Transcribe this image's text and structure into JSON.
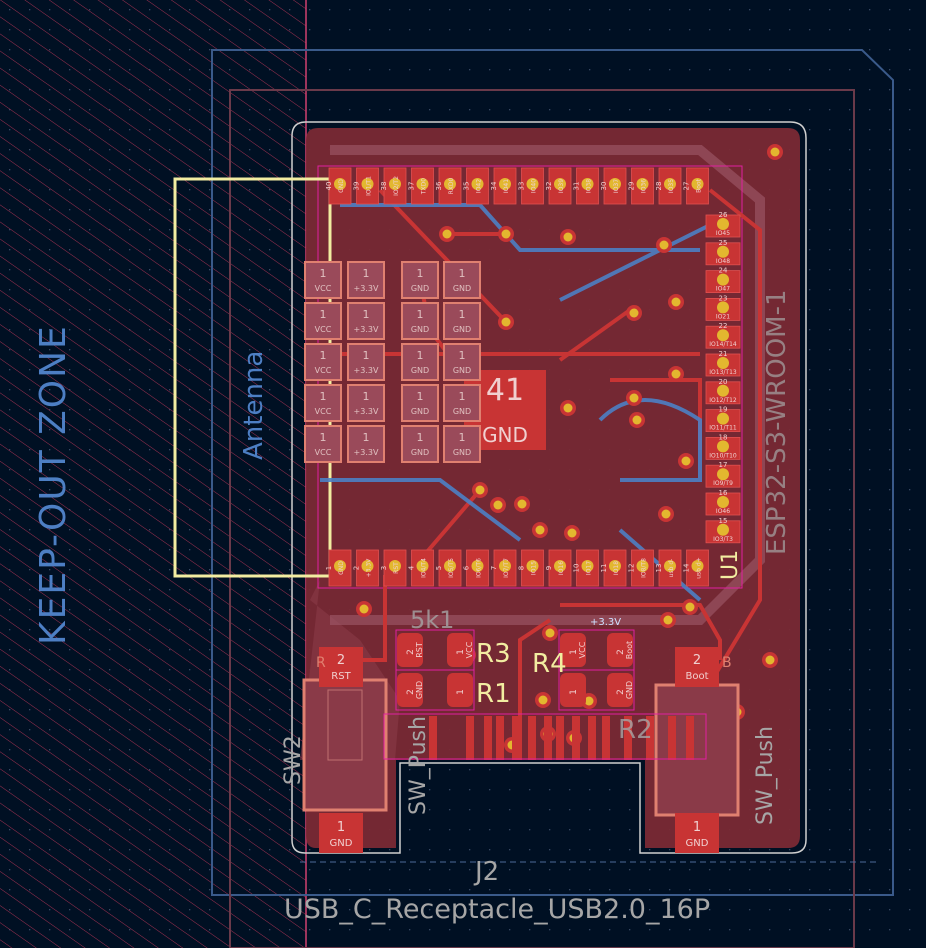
{
  "colors": {
    "background": "#001023",
    "copper_front": "#c83434",
    "copper_fill": "#7a2a35",
    "keepout": "#c04060",
    "silkscreen": "#f2eda1",
    "fab": "#a6a6a6",
    "back_copper": "#4d7fc4",
    "via": "#e3b72f"
  },
  "keepout_label": "KEEP-OUT ZONE",
  "antenna_label": "Antenna",
  "u1": {
    "ref": "U1",
    "value": "ESP32-S3-WROOM-1",
    "center_pad": {
      "number": "41",
      "net": "GND"
    }
  },
  "top_pads": [
    {
      "n": "40",
      "net": "GND"
    },
    {
      "n": "39",
      "net": "IO1/T1"
    },
    {
      "n": "38",
      "net": "IO2/T2"
    },
    {
      "n": "37",
      "net": "TXD0"
    },
    {
      "n": "36",
      "net": "RXD0"
    },
    {
      "n": "35",
      "net": "IO42"
    },
    {
      "n": "34",
      "net": "IO41"
    },
    {
      "n": "33",
      "net": "IO40"
    },
    {
      "n": "32",
      "net": "IO39"
    },
    {
      "n": "31",
      "net": "IO38"
    },
    {
      "n": "30",
      "net": "IO37"
    },
    {
      "n": "29",
      "net": "IO36"
    },
    {
      "n": "28",
      "net": "IO35"
    },
    {
      "n": "27",
      "net": "Boot"
    }
  ],
  "right_pads": [
    {
      "n": "26",
      "net": "IO45"
    },
    {
      "n": "25",
      "net": "IO48"
    },
    {
      "n": "24",
      "net": "IO47"
    },
    {
      "n": "23",
      "net": "IO21"
    },
    {
      "n": "22",
      "net": "IO14/T14"
    },
    {
      "n": "21",
      "net": "IO13/T13"
    },
    {
      "n": "20",
      "net": "IO12/T12"
    },
    {
      "n": "19",
      "net": "IO11/T11"
    },
    {
      "n": "18",
      "net": "IO10/T10"
    },
    {
      "n": "17",
      "net": "IO9/T9"
    },
    {
      "n": "16",
      "net": "IO46"
    },
    {
      "n": "15",
      "net": "IO3/T3"
    }
  ],
  "bottom_pads": [
    {
      "n": "1",
      "net": "GND"
    },
    {
      "n": "2",
      "net": "+3.3V"
    },
    {
      "n": "3",
      "net": "RST"
    },
    {
      "n": "4",
      "net": "IO4/T4"
    },
    {
      "n": "5",
      "net": "IO5/T5"
    },
    {
      "n": "6",
      "net": "IO6/T6"
    },
    {
      "n": "7",
      "net": "IO7/T7"
    },
    {
      "n": "8",
      "net": "IO15"
    },
    {
      "n": "9",
      "net": "IO16"
    },
    {
      "n": "10",
      "net": "IO17"
    },
    {
      "n": "11",
      "net": "IO18"
    },
    {
      "n": "12",
      "net": "IO8/T8"
    },
    {
      "n": "13",
      "net": "usb d-"
    },
    {
      "n": "14",
      "net": "usb d+"
    }
  ],
  "back_pads": [
    {
      "n": "1",
      "net": "VCC"
    },
    {
      "n": "1",
      "net": "+3.3V"
    },
    {
      "n": "1",
      "net": "GND"
    },
    {
      "n": "1",
      "net": "GND"
    }
  ],
  "refs": {
    "r1": "R1",
    "r2": "R2",
    "r3": "R3",
    "r4": "R4",
    "sw2": "SW2",
    "sw_push_left": "SW_Push",
    "sw_push_right": "SW_Push",
    "j2": "J2",
    "j2_value": "USB_C_Receptacle_USB2.0_16P",
    "r_value": "5k1"
  },
  "switches": {
    "sw2": {
      "pad2": {
        "n": "2",
        "net": "RST"
      },
      "pad1": {
        "n": "1",
        "net": "GND"
      },
      "silk": "R"
    },
    "sw_boot": {
      "pad2": {
        "n": "2",
        "net": "Boot"
      },
      "pad1": {
        "n": "1",
        "net": "GND"
      },
      "silk": "B"
    }
  },
  "resistors": {
    "r3": {
      "p2": {
        "n": "2",
        "net": "RST"
      },
      "p1": {
        "n": "1",
        "net": "VCC"
      }
    },
    "r1": {
      "p2": {
        "n": "2",
        "net": "GND"
      },
      "p1": {
        "n": "1",
        "net": ""
      }
    },
    "r4": {
      "p1": {
        "n": "1",
        "net": "VCC"
      },
      "p2": {
        "n": "2",
        "net": "Boot"
      }
    },
    "r2": {
      "p1": {
        "n": "1",
        "net": ""
      },
      "p2": {
        "n": "2",
        "net": "GND"
      }
    }
  },
  "back_label": "+3.3V"
}
